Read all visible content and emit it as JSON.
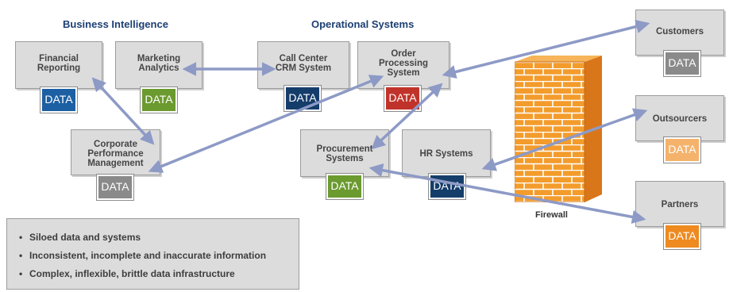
{
  "headings": {
    "business_intelligence": "Business Intelligence",
    "operational_systems": "Operational Systems"
  },
  "data_badge_text": "DATA",
  "badge_colors": {
    "blue": "#1c5fa3",
    "green": "#6b9a2f",
    "navy": "#153d6a",
    "red": "#c0332a",
    "gray": "#8a8a8a",
    "light_orange": "#f4b26b",
    "orange": "#ee8a1f"
  },
  "systems": {
    "financial_reporting": "Financial\nReporting",
    "marketing_analytics": "Marketing\nAnalytics",
    "corporate_performance": "Corporate\nPerformance\nManagement",
    "call_center": "Call Center\nCRM System",
    "order_processing": "Order\nProcessing\nSystem",
    "procurement": "Procurement\nSystems",
    "hr_systems": "HR Systems",
    "customers": "Customers",
    "outsourcers": "Outsourcers",
    "partners": "Partners"
  },
  "firewall_label": "Firewall",
  "connector_color": "#8d9ac6",
  "summary_points": [
    "Siloed data and systems",
    "Inconsistent, incomplete and inaccurate information",
    "Complex, inflexible, brittle data infrastructure"
  ]
}
